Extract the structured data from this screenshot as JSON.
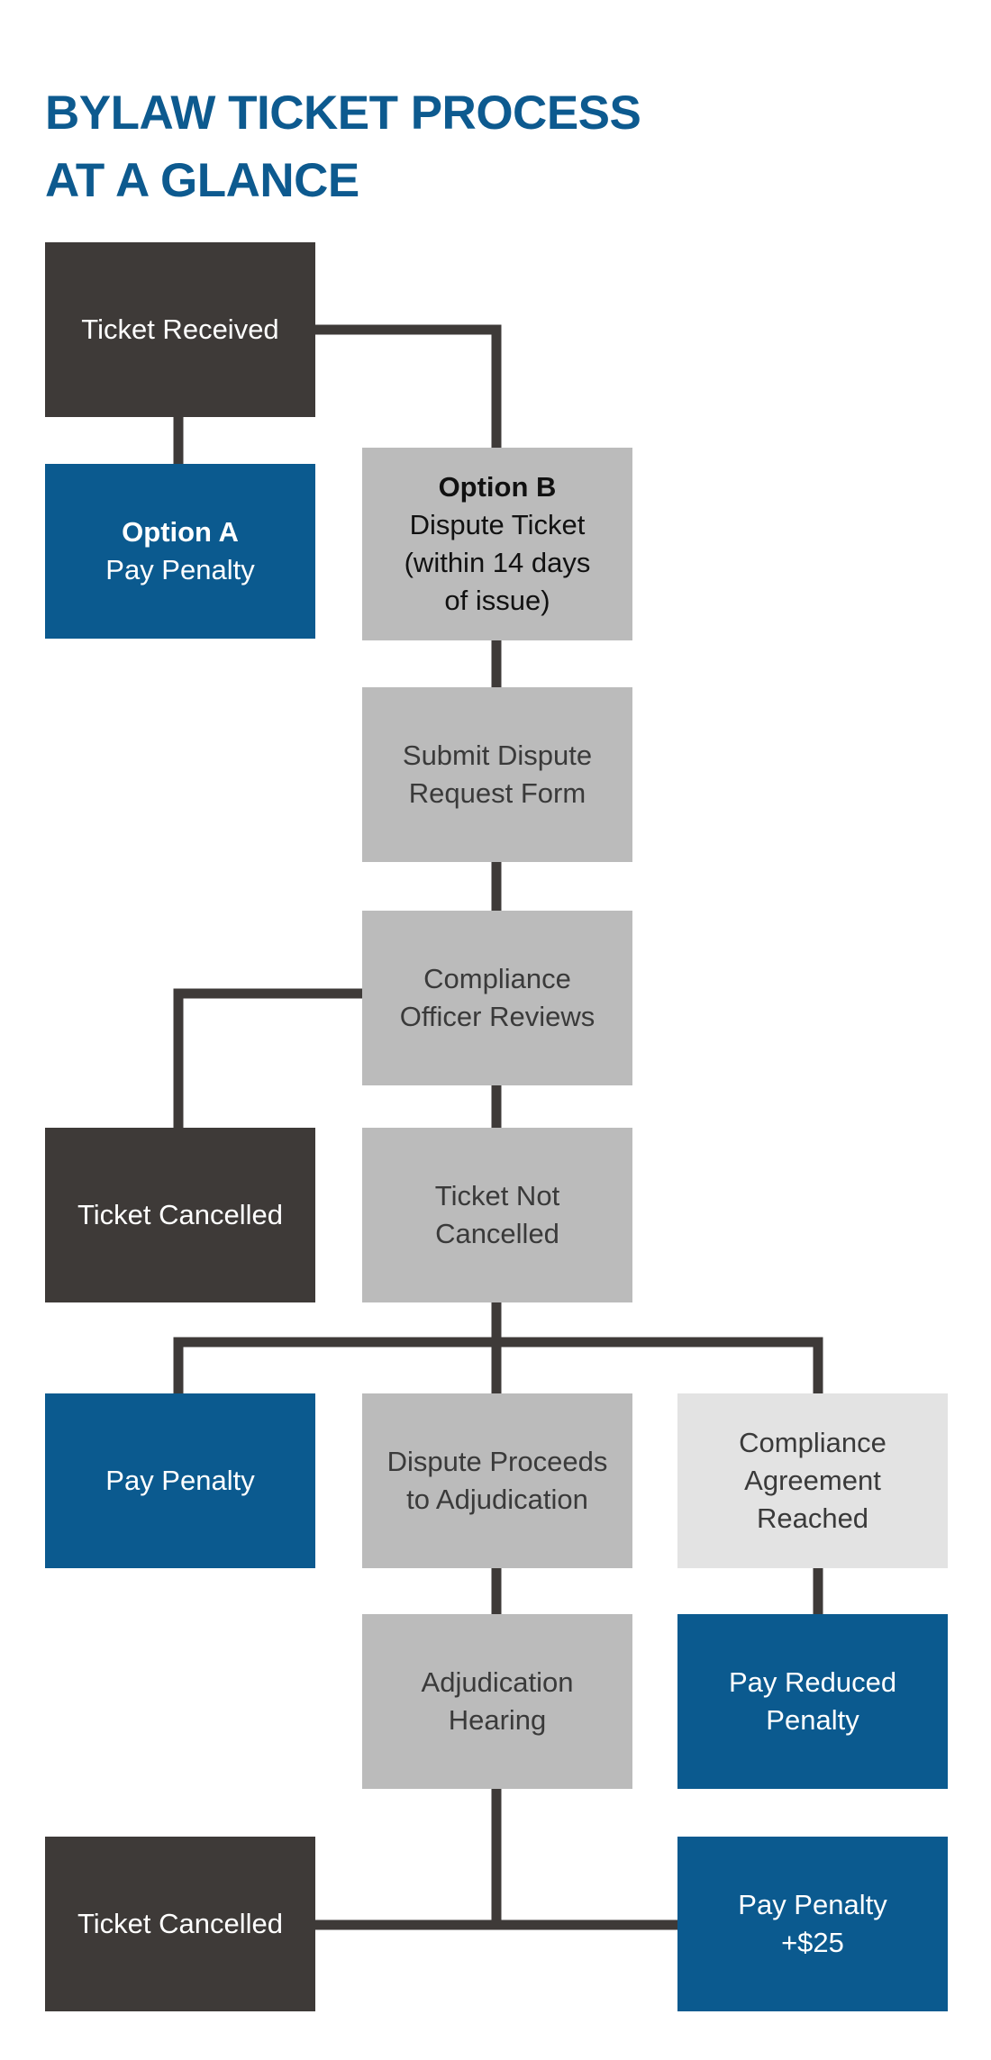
{
  "title": {
    "line1": "BYLAW TICKET PROCESS",
    "line2": "AT A GLANCE"
  },
  "colors": {
    "title": "#0d5a8f",
    "dark_box": "#3e3a38",
    "blue_box": "#0b5a8f",
    "gray_box": "#bbbbbb",
    "light_box": "#e3e3e3",
    "connector": "#3e3a38"
  },
  "nodes": {
    "ticket_received": "Ticket Received",
    "option_a": {
      "heading": "Option A",
      "text": "Pay Penalty"
    },
    "option_b": {
      "heading": "Option B",
      "line1": "Dispute Ticket",
      "line2": "(within 14 days",
      "line3": "of issue)"
    },
    "submit_dispute": {
      "line1": "Submit Dispute",
      "line2": "Request Form"
    },
    "compliance_review": {
      "line1": "Compliance",
      "line2": "Officer Reviews"
    },
    "ticket_cancelled_1": "Ticket Cancelled",
    "ticket_not_cancelled": {
      "line1": "Ticket Not",
      "line2": "Cancelled"
    },
    "pay_penalty": "Pay Penalty",
    "adjudication": {
      "line1": "Dispute Proceeds",
      "line2": "to Adjudication"
    },
    "compliance_agreement": {
      "line1": "Compliance",
      "line2": "Agreement",
      "line3": "Reached"
    },
    "adjudication_hearing": {
      "line1": "Adjudication",
      "line2": "Hearing"
    },
    "pay_reduced": {
      "line1": "Pay Reduced",
      "line2": "Penalty"
    },
    "ticket_cancelled_2": "Ticket Cancelled",
    "pay_penalty_plus": {
      "line1": "Pay Penalty",
      "line2": "+$25"
    }
  }
}
